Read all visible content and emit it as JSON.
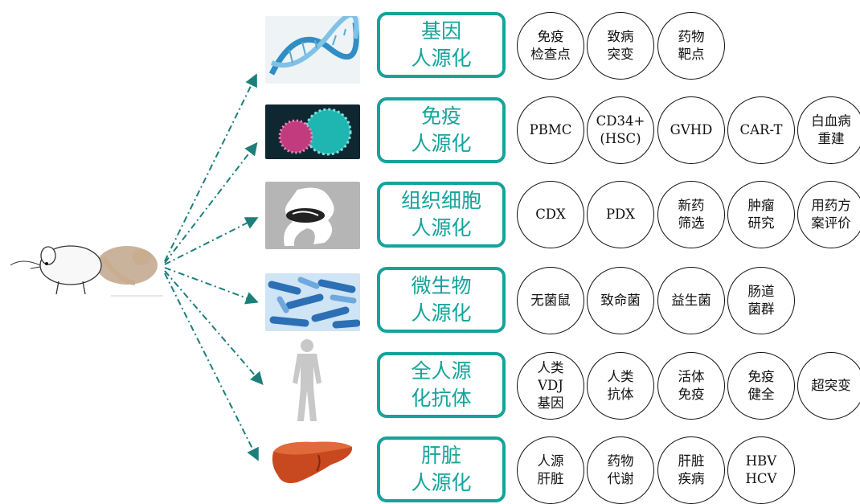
{
  "rows": [
    {
      "category": "基因\n人源化",
      "tags": [
        "免疫\n检查点",
        "致病\n突变",
        "药物\n靶点"
      ]
    },
    {
      "category": "免疫\n人源化",
      "tags": [
        "PBMC",
        "CD34+\n(HSC)",
        "GVHD",
        "CAR-T",
        "白血病\n重建"
      ]
    },
    {
      "category": "组织细胞\n人源化",
      "tags": [
        "CDX",
        "PDX",
        "新药\n筛选",
        "肿瘤\n研究",
        "用药方\n案评价"
      ]
    },
    {
      "category": "微生物\n人源化",
      "tags": [
        "无菌鼠",
        "致命菌",
        "益生菌",
        "肠道\n菌群"
      ]
    },
    {
      "category": "全人源\n化抗体",
      "tags": [
        "人类\nVDJ\n基因",
        "人类\n抗体",
        "活体\n免疫",
        "免疫\n健全",
        "超突变"
      ]
    },
    {
      "category": "肝脏\n人源化",
      "tags": [
        "人源\n肝脏",
        "药物\n代谢",
        "肝脏\n疾病",
        "HBV\nHCV"
      ]
    }
  ],
  "colors": {
    "accent": "#15a39b",
    "arrow": "#1c7f7a"
  }
}
